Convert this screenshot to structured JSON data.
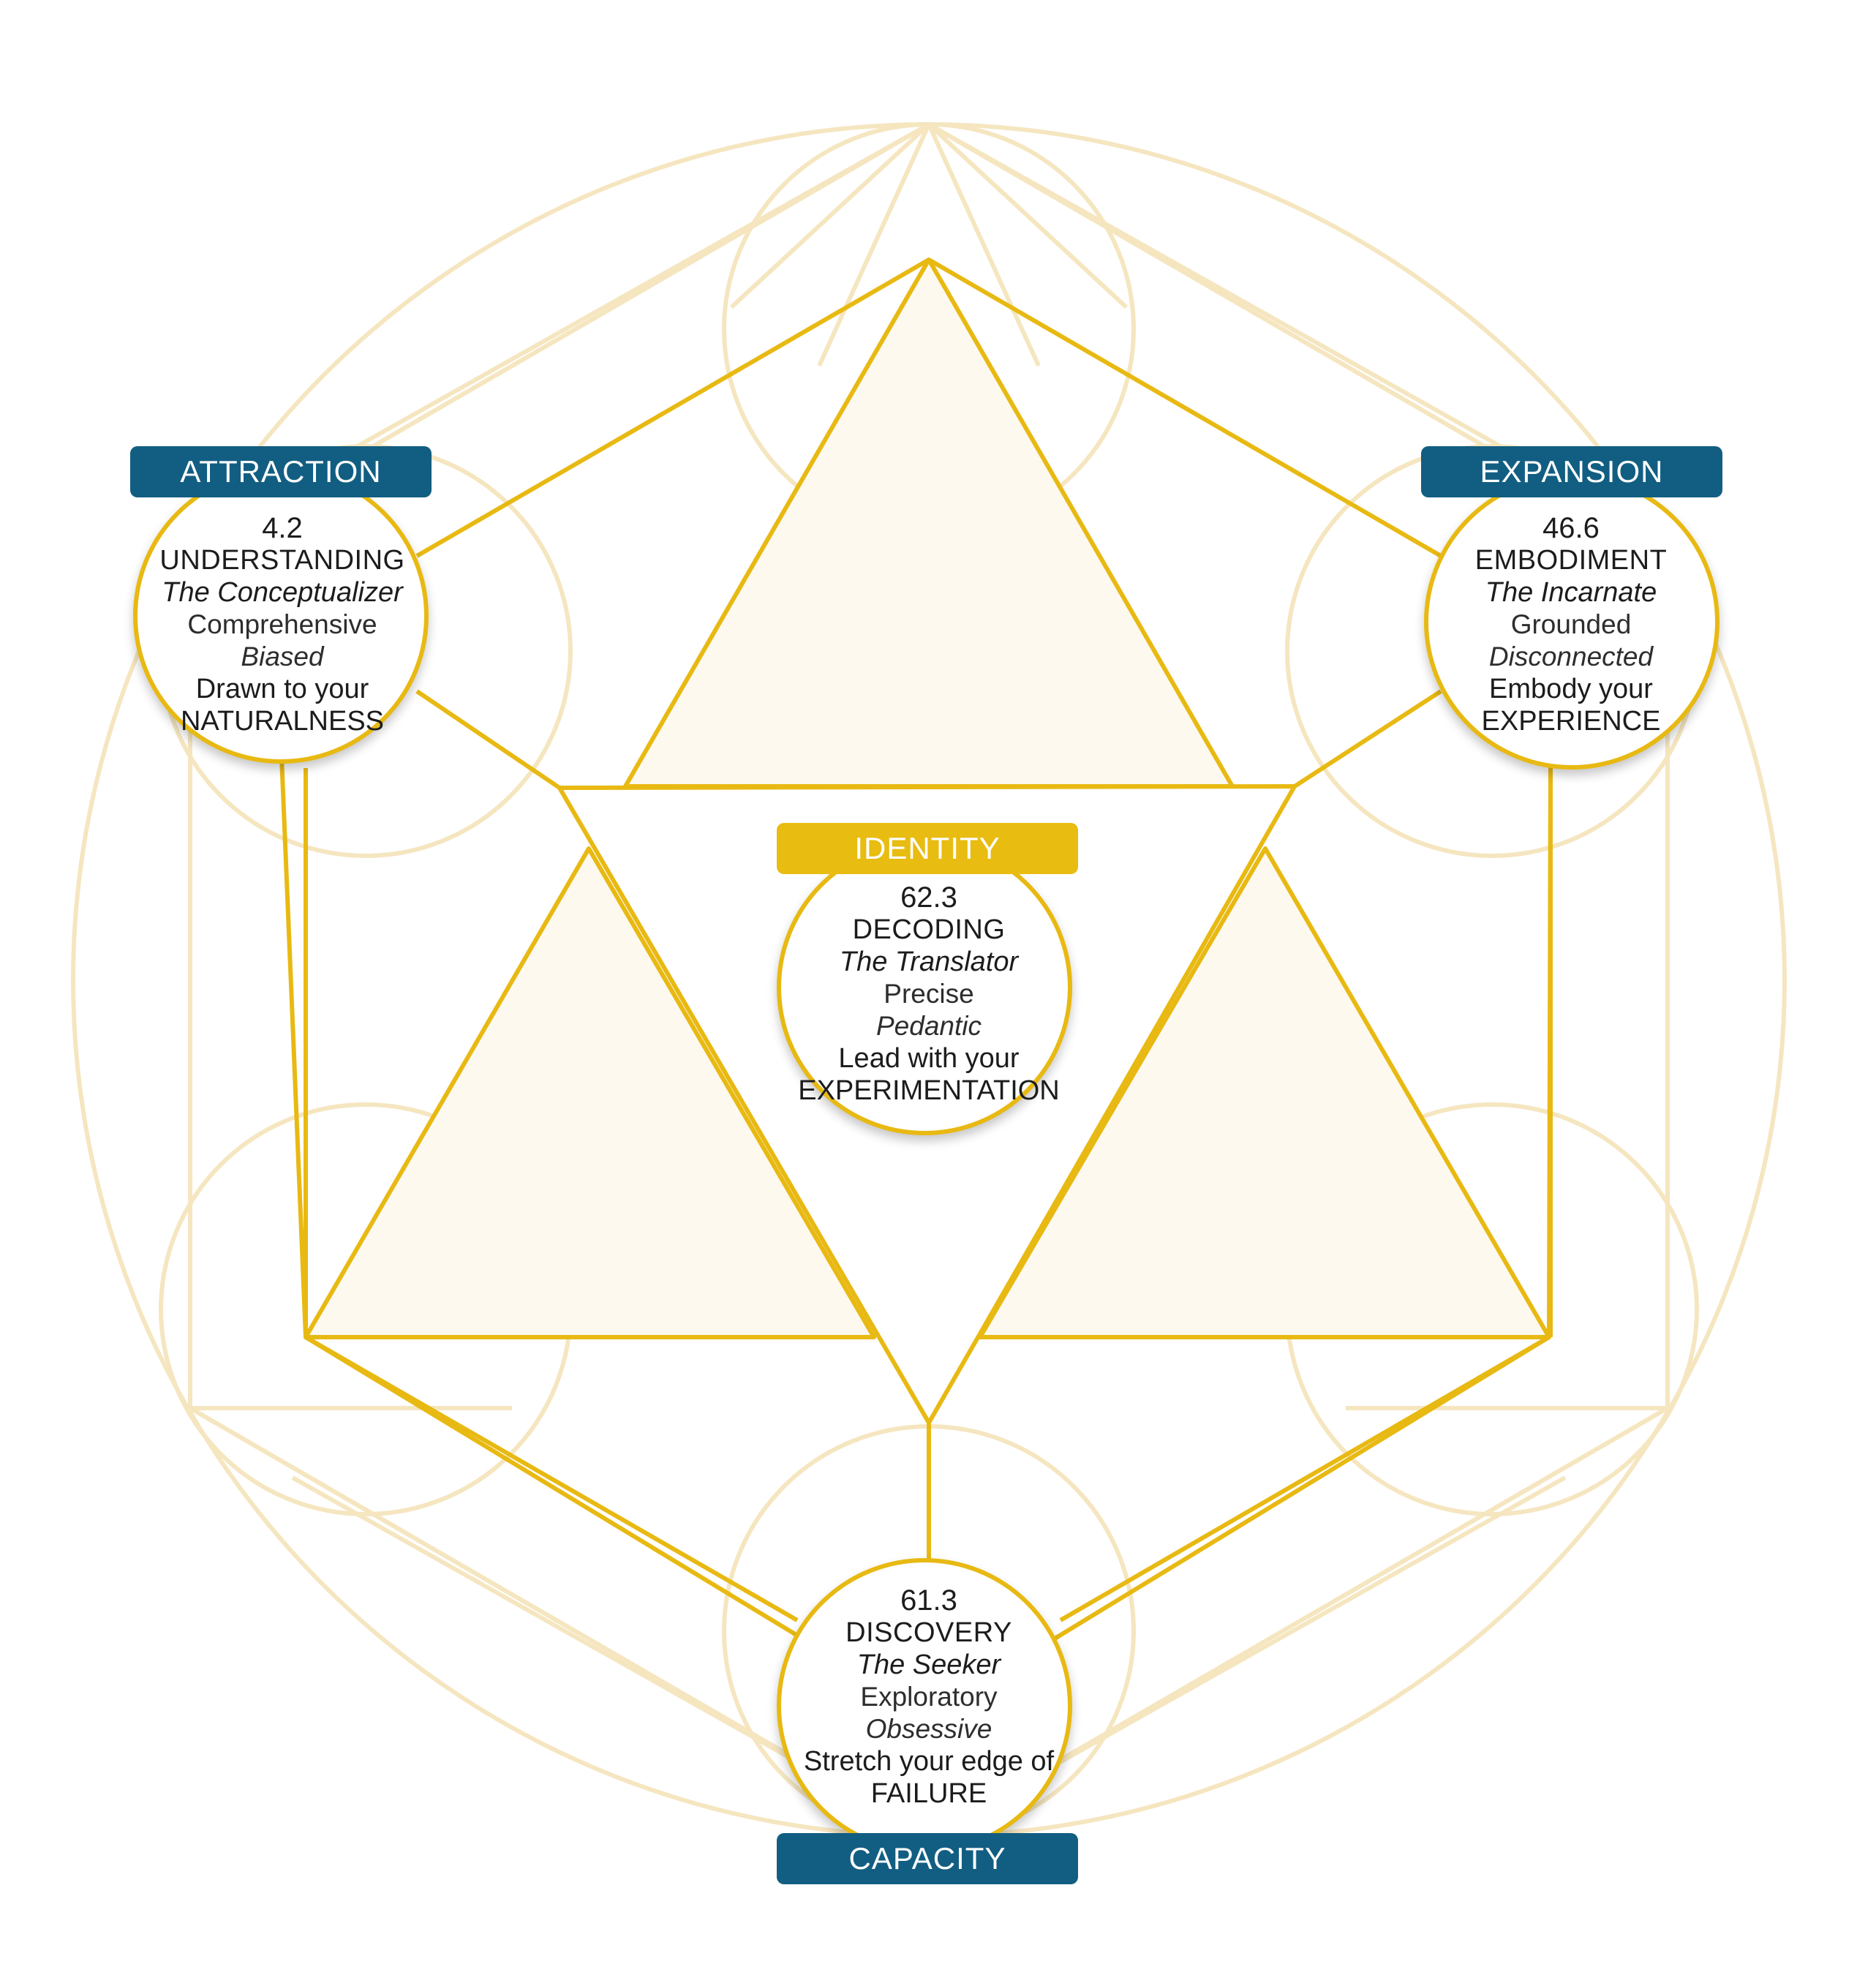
{
  "nodes": {
    "attraction": {
      "label": "ATTRACTION",
      "score": "4.2",
      "name": "UNDERSTANDING",
      "archetype": "The Conceptualizer",
      "gift": "Comprehensive",
      "shadow": "Biased",
      "advice": "Drawn to your",
      "focus": "NATURALNESS"
    },
    "expansion": {
      "label": "EXPANSION",
      "score": "46.6",
      "name": "EMBODIMENT",
      "archetype": "The Incarnate",
      "gift": "Grounded",
      "shadow": "Disconnected",
      "advice": "Embody your",
      "focus": "EXPERIENCE"
    },
    "identity": {
      "label": "IDENTITY",
      "score": "62.3",
      "name": "DECODING",
      "archetype": "The Translator",
      "gift": "Precise",
      "shadow": "Pedantic",
      "advice": "Lead with your",
      "focus": "EXPERIMENTATION"
    },
    "capacity": {
      "label": "CAPACITY",
      "score": "61.3",
      "name": "DISCOVERY",
      "archetype": "The Seeker",
      "gift": "Exploratory",
      "shadow": "Obsessive",
      "advice": "Stretch your edge of",
      "focus": "FAILURE"
    }
  },
  "colors": {
    "badge_blue": "#125e82",
    "badge_gold": "#e8bc10",
    "line_gold": "#e8b912",
    "faint_gold": "#f5e6c0",
    "triangle_fill": "#fdf9ef"
  }
}
